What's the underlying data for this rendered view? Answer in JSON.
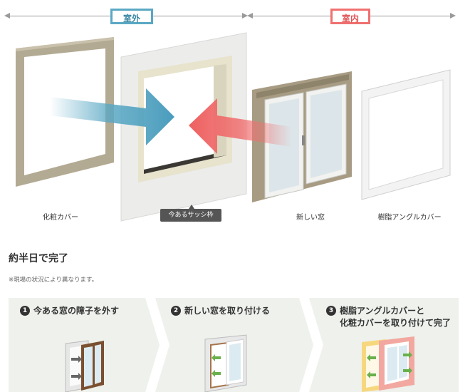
{
  "zones": {
    "outdoor": "室外",
    "indoor": "室内"
  },
  "captions": {
    "cosmetic_cover": "化粧カバー",
    "existing_sash": "今あるサッシ枠",
    "new_window": "新しい窓",
    "resin_angle_cover": "樹脂アングルカバー"
  },
  "headline": "約半日で完了",
  "note": "※現場の状況により異なります。",
  "steps": [
    {
      "num": "1",
      "lines": [
        "今ある窓の障子を外す"
      ]
    },
    {
      "num": "2",
      "lines": [
        "新しい窓を取り付ける"
      ]
    },
    {
      "num": "3",
      "lines": [
        "樹脂アングルカバーと",
        "化粧カバーを取り付けて完了"
      ]
    }
  ],
  "colors": {
    "outdoor": "#5aa8c4",
    "indoor": "#f07070",
    "step_bg": "#eef1ec"
  }
}
